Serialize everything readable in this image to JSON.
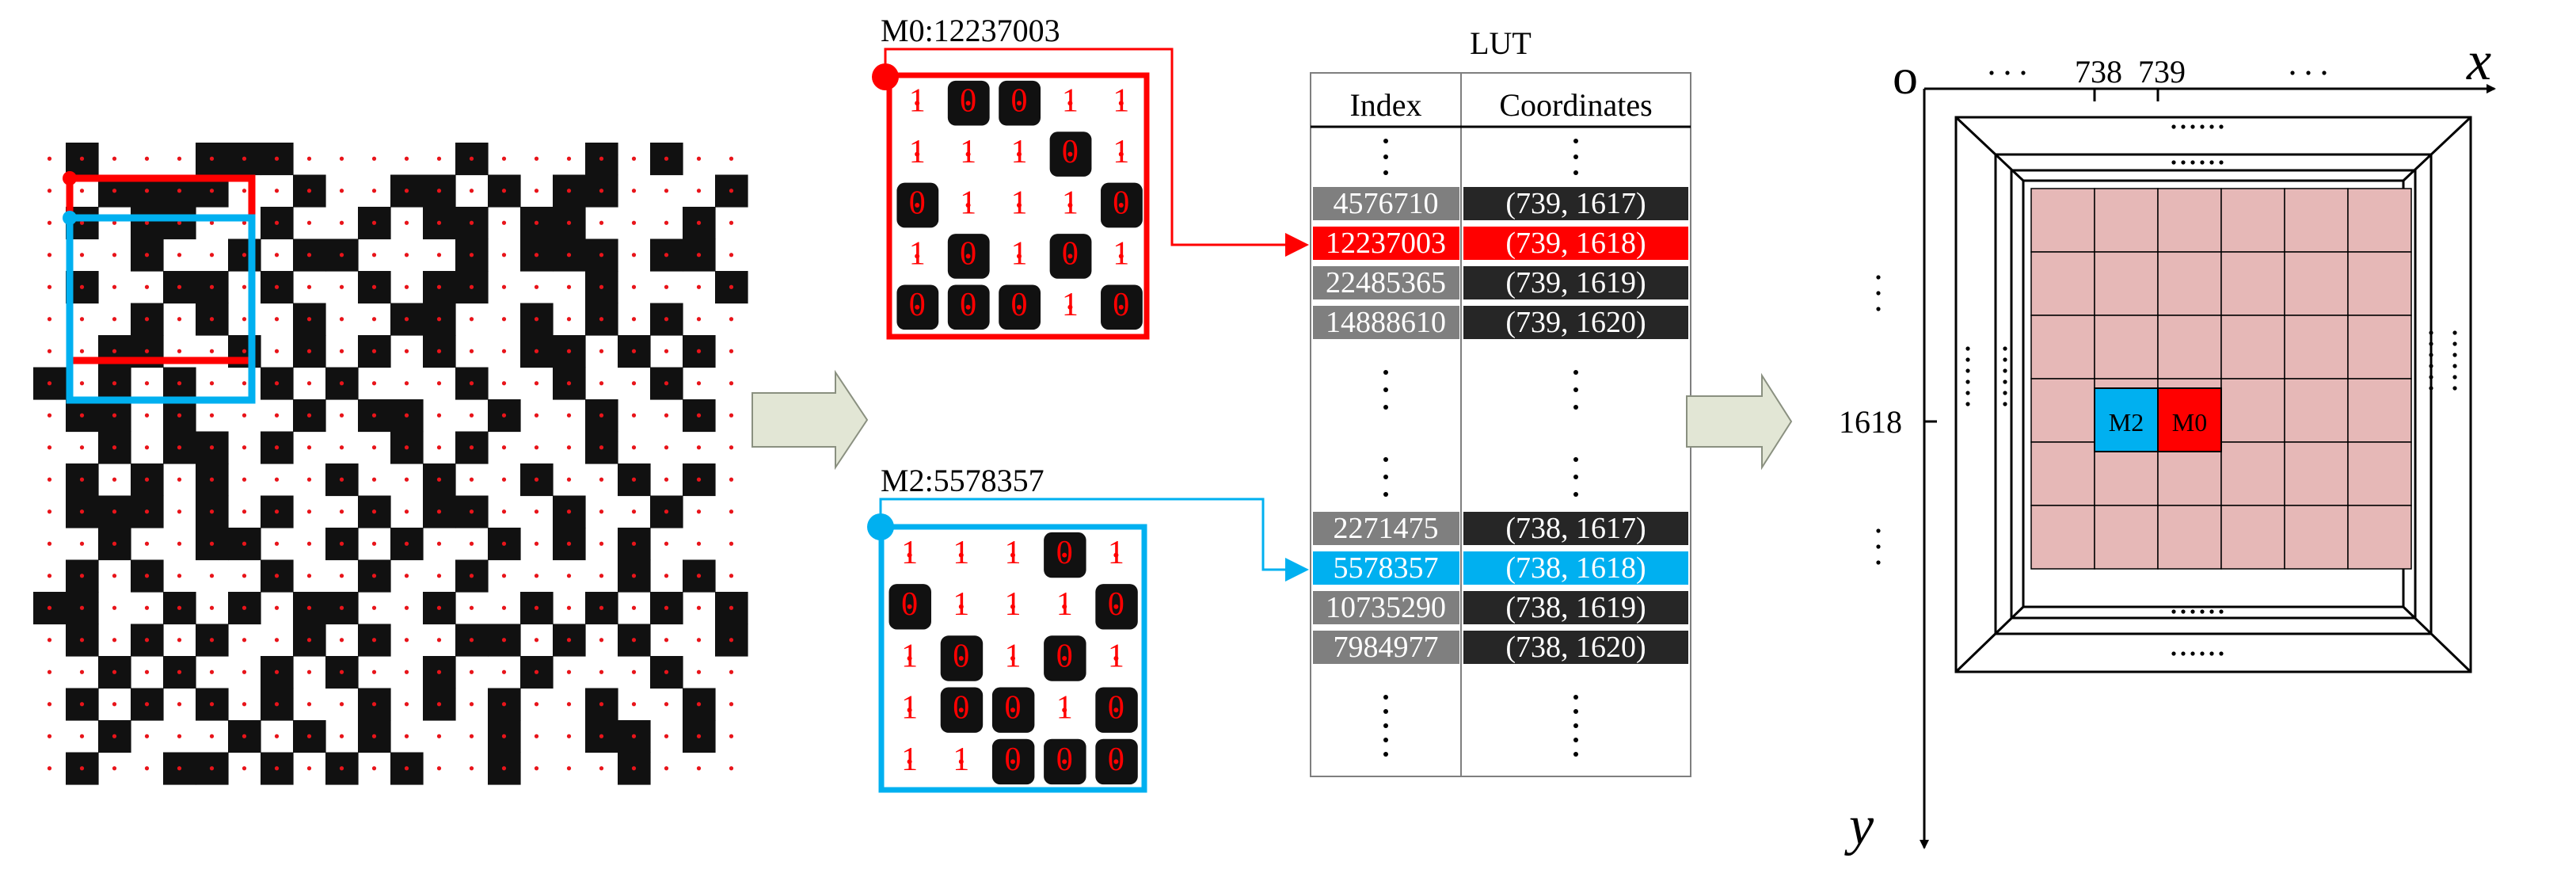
{
  "colors": {
    "red": "#ff0000",
    "blue": "#00b0f0",
    "grid_pink": "#e6b8b7",
    "black_cell": "#111111",
    "dark_row": "#262626",
    "gray_row": "#7f7f7f",
    "arrow_fill": "#e2e6d5",
    "dot_red": "#e8141a"
  },
  "pattern": {
    "rows": 20,
    "cols": 22,
    "grid": [
      "1011100011111011101011",
      "1100001101100101001110",
      "1010011011010010011101",
      "1110110100111010001001",
      "1011001011010011101110",
      "1110101101100110101011",
      "1100110101010110010101",
      "0101011010111011011011",
      "1001011101001101101101",
      "1101001011101011101111",
      "1010101110110110110101",
      "1000101011010011011011",
      "1101100110101101010111",
      "1010111011011011110101",
      "0011010100110110101010",
      "1010101101011001010110",
      "1101011010110110111011",
      "1010101011010101101101",
      "1101110101011101100101",
      "1011001010101101110111"
    ]
  },
  "m0": {
    "label": "M0:12237003",
    "digits": [
      [
        "1",
        "0",
        "0",
        "1",
        "1"
      ],
      [
        "1",
        "1",
        "1",
        "0",
        "1"
      ],
      [
        "0",
        "1",
        "1",
        "1",
        "0"
      ],
      [
        "1",
        "0",
        "1",
        "0",
        "1"
      ],
      [
        "0",
        "0",
        "0",
        "1",
        "0"
      ]
    ]
  },
  "m2": {
    "label": "M2:5578357",
    "digits": [
      [
        "1",
        "1",
        "1",
        "0",
        "1"
      ],
      [
        "0",
        "1",
        "1",
        "1",
        "0"
      ],
      [
        "1",
        "0",
        "1",
        "0",
        "1"
      ],
      [
        "1",
        "0",
        "0",
        "1",
        "0"
      ],
      [
        "1",
        "1",
        "0",
        "0",
        "0"
      ]
    ]
  },
  "lut": {
    "title": "LUT",
    "index_header": "Index",
    "coords_header": "Coordinates",
    "rows_top": [
      {
        "index": "4576710",
        "coords": "(739, 1617)",
        "style": "gray"
      },
      {
        "index": "12237003",
        "coords": "(739, 1618)",
        "style": "red"
      },
      {
        "index": "22485365",
        "coords": "(739, 1619)",
        "style": "gray"
      },
      {
        "index": "14888610",
        "coords": "(739, 1620)",
        "style": "gray"
      }
    ],
    "rows_bottom": [
      {
        "index": "2271475",
        "coords": "(738, 1617)",
        "style": "gray"
      },
      {
        "index": "5578357",
        "coords": "(738, 1618)",
        "style": "blue"
      },
      {
        "index": "10735290",
        "coords": "(738, 1619)",
        "style": "gray"
      },
      {
        "index": "7984977",
        "coords": "(738, 1620)",
        "style": "gray"
      }
    ]
  },
  "coord_plot": {
    "origin": "o",
    "x_axis": "x",
    "y_axis": "y",
    "x_tick_738": "738",
    "x_tick_739": "739",
    "y_tick_1618": "1618",
    "m2_cell": "M2",
    "m0_cell": "M0"
  }
}
